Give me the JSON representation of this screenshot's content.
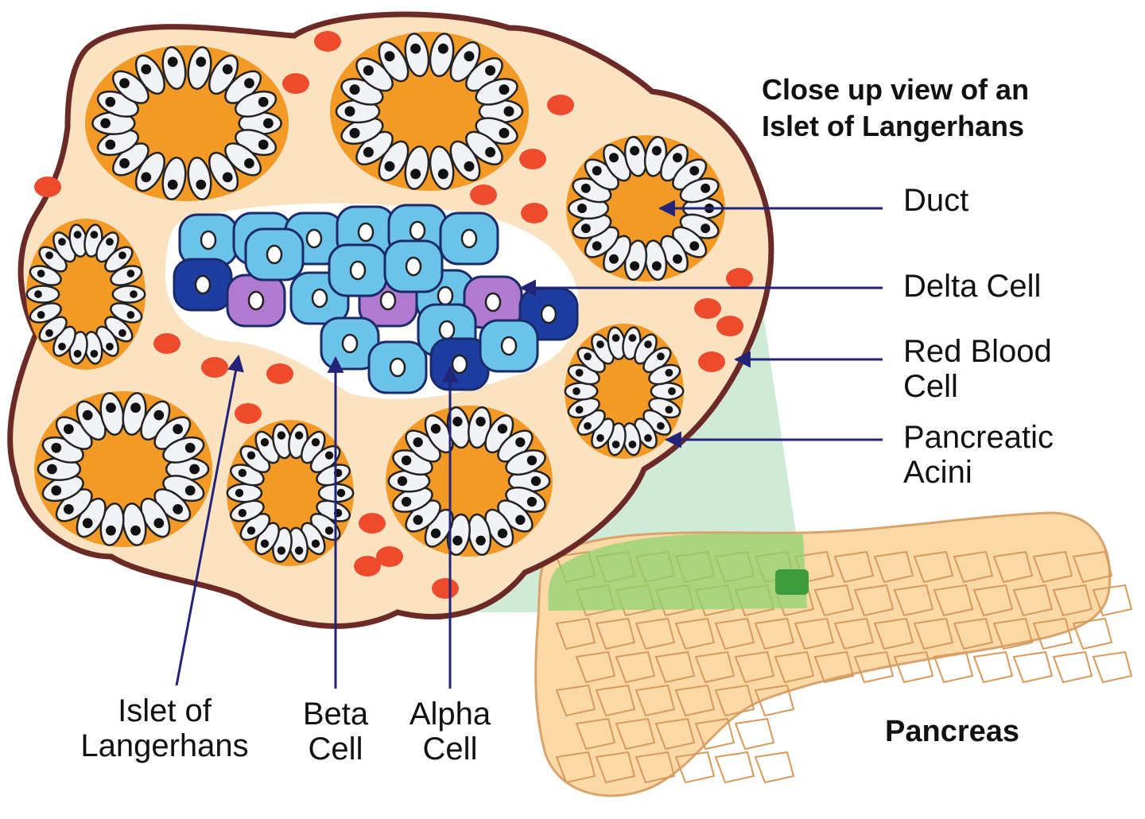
{
  "title": "Close up view of an\nIslet of Langerhans",
  "labels": {
    "duct": "Duct",
    "delta_cell": "Delta Cell",
    "red_blood_cell": "Red Blood\nCell",
    "pancreatic_acini": "Pancreatic\nAcini",
    "islet": "Islet of\nLangerhans",
    "beta_cell": "Beta\nCell",
    "alpha_cell": "Alpha\nCell",
    "pancreas": "Pancreas"
  },
  "colors": {
    "tissue_fill": "#fbe2c0",
    "tissue_outline": "#6b2a25",
    "acinus_ring": "#f39a26",
    "acinus_cell": "#f1f3f6",
    "red_blood_cell": "#ee4a2c",
    "beta_cell": "#6cc3ea",
    "alpha_cell": "#1d3ea0",
    "delta_cell": "#b07ad0",
    "arrow": "#23237a",
    "pancreas_fill": "#fbd9a7",
    "highlight_green": "#8fd16f"
  }
}
